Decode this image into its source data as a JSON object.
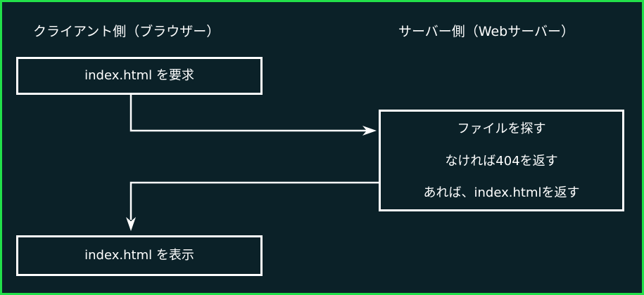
{
  "diagram": {
    "client_heading": "クライアント側（ブラウザー）",
    "server_heading": "サーバー側（Webサーバー）",
    "request_box": "index.html を要求",
    "server_steps": [
      "ファイルを探す",
      "なければ404を返す",
      "あれば、index.htmlを返す"
    ],
    "display_box": "index.html を表示"
  },
  "colors": {
    "background": "#0b2128",
    "frame": "#22e04a",
    "lines": "#ffffff",
    "text": "#ffffff"
  }
}
